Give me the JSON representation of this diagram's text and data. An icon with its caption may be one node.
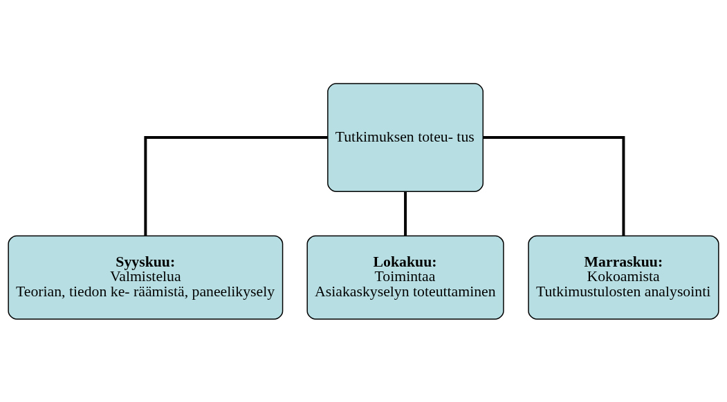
{
  "diagram": {
    "nodes": [
      {
        "text": [
          "Tutkimuksen toteu- tus"
        ]
      },
      {
        "text": [
          "Syyskuu:",
          "Valmistelua",
          "Teorian, tiedon ke- räämistä, paneelikysely"
        ]
      },
      {
        "text": [
          "Lokakuu:",
          "Toimintaa",
          "Asiakaskyselyn toteuttaminen"
        ]
      },
      {
        "text": [
          "Marraskuu:",
          "Kokoamista",
          "Tutkimustulosten analysointi"
        ]
      }
    ],
    "edges": [
      {
        "from": 0,
        "to": 1,
        "arrow": "none"
      },
      {
        "from": 0,
        "to": 2,
        "arrow": "none"
      },
      {
        "from": 0,
        "to": 3,
        "arrow": "none"
      }
    ]
  }
}
